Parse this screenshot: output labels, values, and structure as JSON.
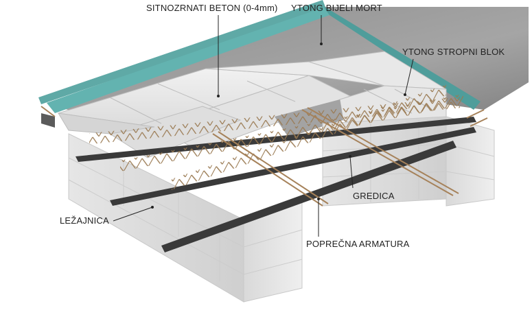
{
  "labels": {
    "sitnozrnati_beton": "SITNOZRNATI BETON (0-4mm)",
    "ytong_bijeli_mort": "YTONG BIJELI MORT",
    "ytong_stropni_blok": "YTONG STROPNI BLOK",
    "gredica": "GREDICA",
    "lezajnica": "LEŽAJNICA",
    "poprecna_armatura": "POPREČNA ARMATURA"
  },
  "colors": {
    "background": "#ffffff",
    "concrete_top": "#9b9b9b",
    "aerated_block": "#e8e8e8",
    "insulation_band": "#63b3b0",
    "beam": "#3a3a3a",
    "rebar": "#b08a5a",
    "text": "#222222"
  }
}
